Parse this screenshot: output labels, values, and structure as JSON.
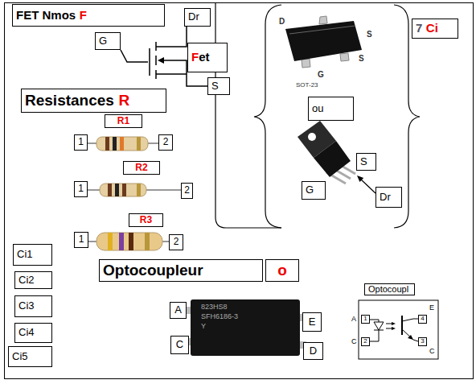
{
  "diagram": {
    "nodes": [
      {
        "text": [
          "FET Nmos",
          "F"
        ]
      },
      {
        "text": [
          "Dr"
        ]
      },
      {
        "text": [
          "G"
        ]
      },
      {
        "text": [
          "Fet"
        ]
      },
      {
        "text": [
          "S"
        ]
      },
      {
        "text": [
          "Resistances",
          "R"
        ]
      },
      {
        "text": [
          "R1"
        ]
      },
      {
        "text": [
          "1"
        ]
      },
      {
        "text": [
          "2"
        ]
      },
      {
        "text": [
          "R2"
        ]
      },
      {
        "text": [
          "1"
        ]
      },
      {
        "text": [
          "2"
        ]
      },
      {
        "text": [
          "R3"
        ]
      },
      {
        "text": [
          "1"
        ]
      },
      {
        "text": [
          "2"
        ]
      },
      {
        "text": [
          "7",
          "Ci"
        ]
      },
      {
        "text": [
          "ou"
        ]
      },
      {
        "text": [
          "S"
        ]
      },
      {
        "text": [
          "G"
        ]
      },
      {
        "text": [
          "Dr"
        ]
      },
      {
        "text": [
          "Ci1"
        ]
      },
      {
        "text": [
          "Ci2"
        ]
      },
      {
        "text": [
          "Ci3"
        ]
      },
      {
        "text": [
          "Ci4"
        ]
      },
      {
        "text": [
          "Ci5"
        ]
      },
      {
        "text": [
          "Optocoupleur"
        ]
      },
      {
        "text": [
          "o"
        ]
      },
      {
        "text": [
          "Optocoupl"
        ]
      },
      {
        "text": [
          "A"
        ]
      },
      {
        "text": [
          "E"
        ]
      },
      {
        "text": [
          "C"
        ]
      },
      {
        "text": [
          "D"
        ]
      },
      {
        "text": [
          "1"
        ]
      },
      {
        "text": [
          "4"
        ]
      },
      {
        "text": [
          "2"
        ]
      },
      {
        "text": [
          "3"
        ]
      }
    ],
    "labels": [
      "D",
      "S",
      "S",
      "G",
      "SOT-23",
      "823HS8",
      "SFH6186-3",
      "Y",
      "A",
      "C",
      "E",
      "C"
    ]
  }
}
